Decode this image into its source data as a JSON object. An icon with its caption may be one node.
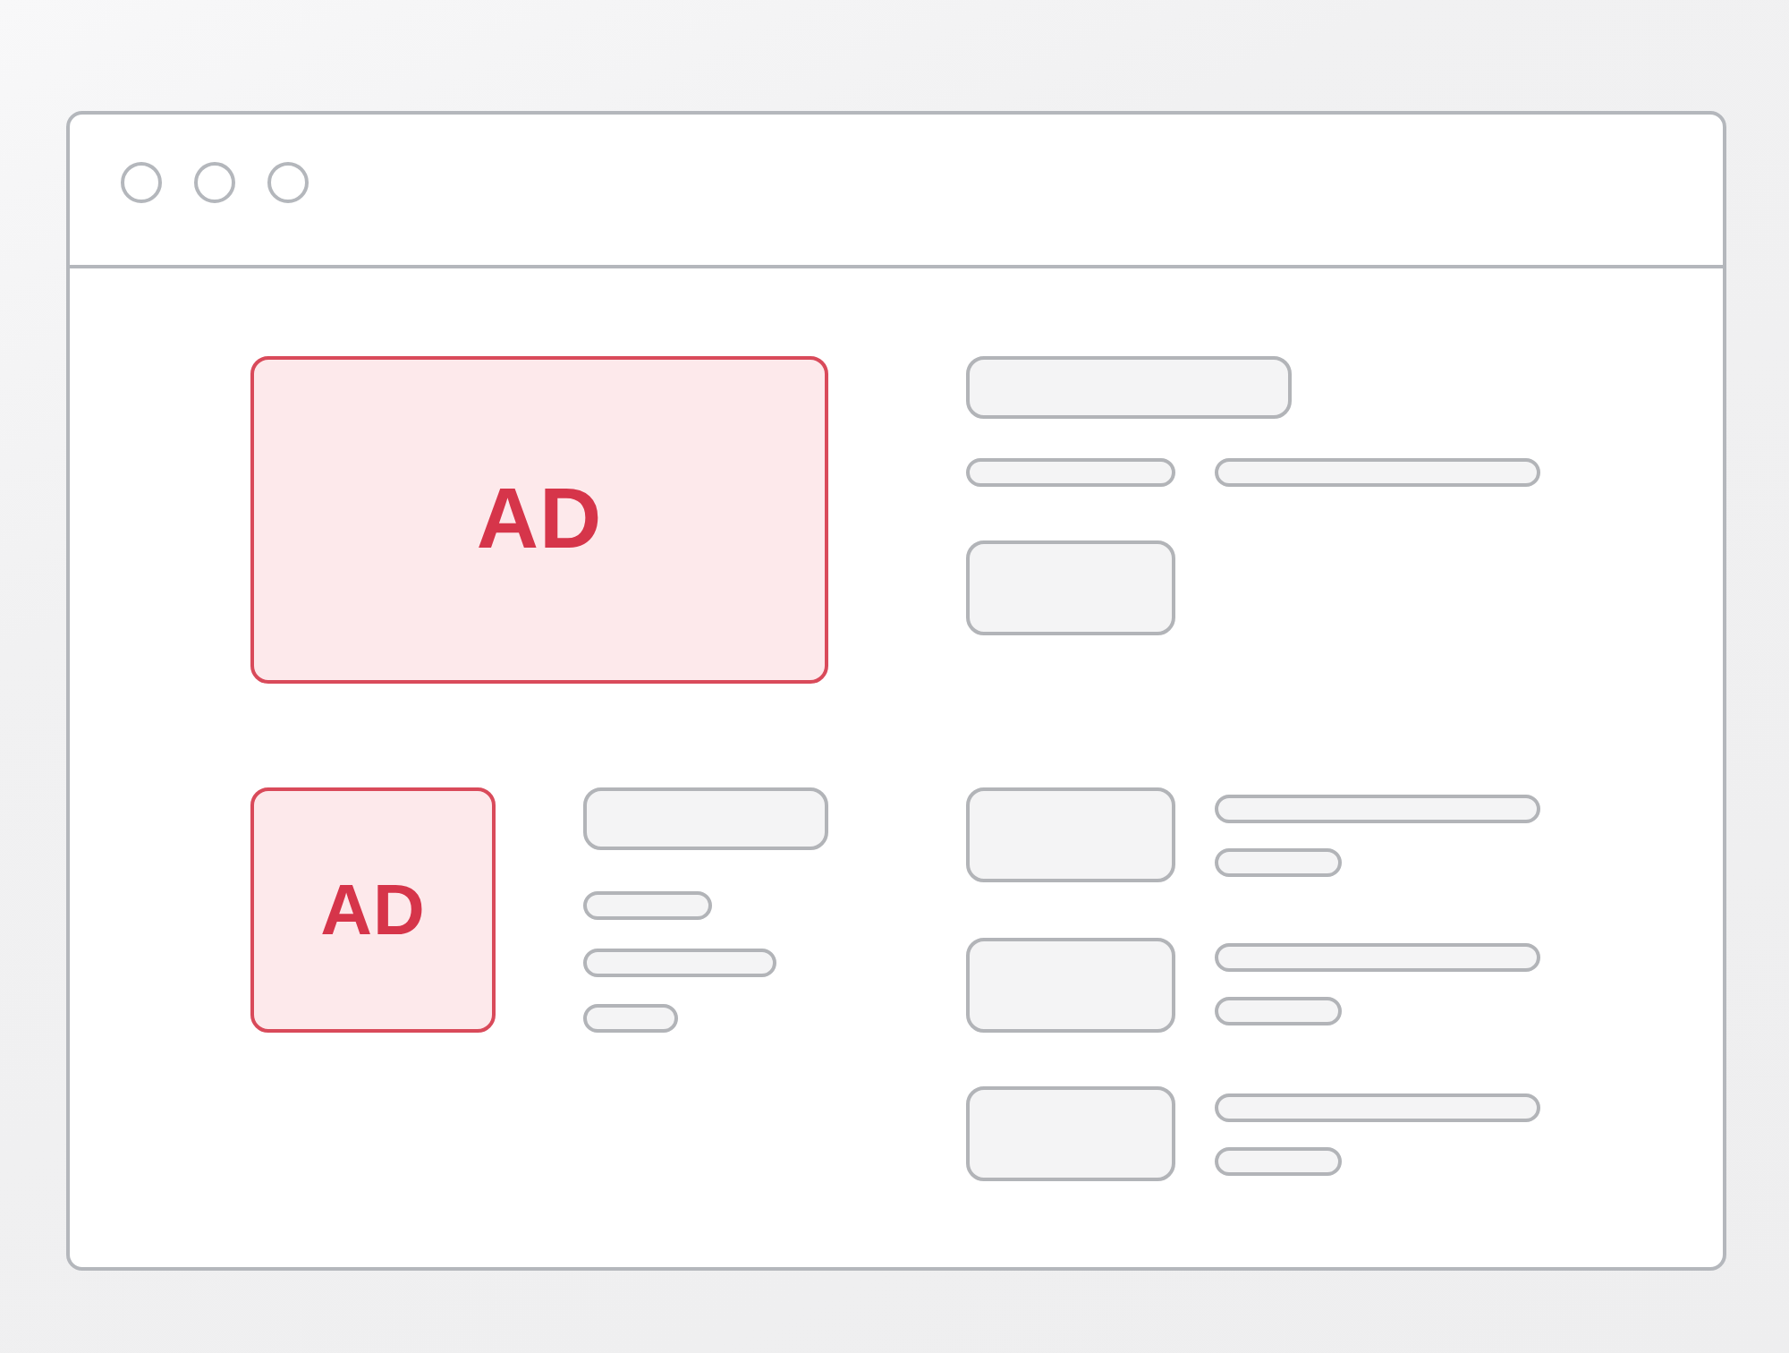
{
  "diagram": {
    "nodes": [
      {
        "text": [],
        "shape": "window"
      },
      {
        "text": [
          "AD"
        ],
        "in": 0
      },
      {
        "text": [],
        "shape": "box",
        "in": 0
      },
      {
        "text": [],
        "shape": "bar",
        "in": 0
      },
      {
        "text": [],
        "shape": "bar",
        "in": 0
      },
      {
        "text": [],
        "shape": "box",
        "in": 0
      },
      {
        "text": [
          "AD"
        ],
        "in": 0
      },
      {
        "text": [],
        "shape": "box",
        "in": 0
      },
      {
        "text": [],
        "shape": "bar",
        "in": 0
      },
      {
        "text": [],
        "shape": "bar",
        "in": 0
      },
      {
        "text": [],
        "shape": "bar",
        "in": 0
      },
      {
        "text": [],
        "shape": "box",
        "in": 0
      },
      {
        "text": [],
        "shape": "bar",
        "in": 0
      },
      {
        "text": [],
        "shape": "bar",
        "in": 0
      },
      {
        "text": [],
        "shape": "box",
        "in": 0
      },
      {
        "text": [],
        "shape": "bar",
        "in": 0
      },
      {
        "text": [],
        "shape": "bar",
        "in": 0
      },
      {
        "text": [],
        "shape": "box",
        "in": 0
      },
      {
        "text": [],
        "shape": "bar",
        "in": 0
      },
      {
        "text": [],
        "shape": "bar",
        "in": 0
      }
    ]
  }
}
